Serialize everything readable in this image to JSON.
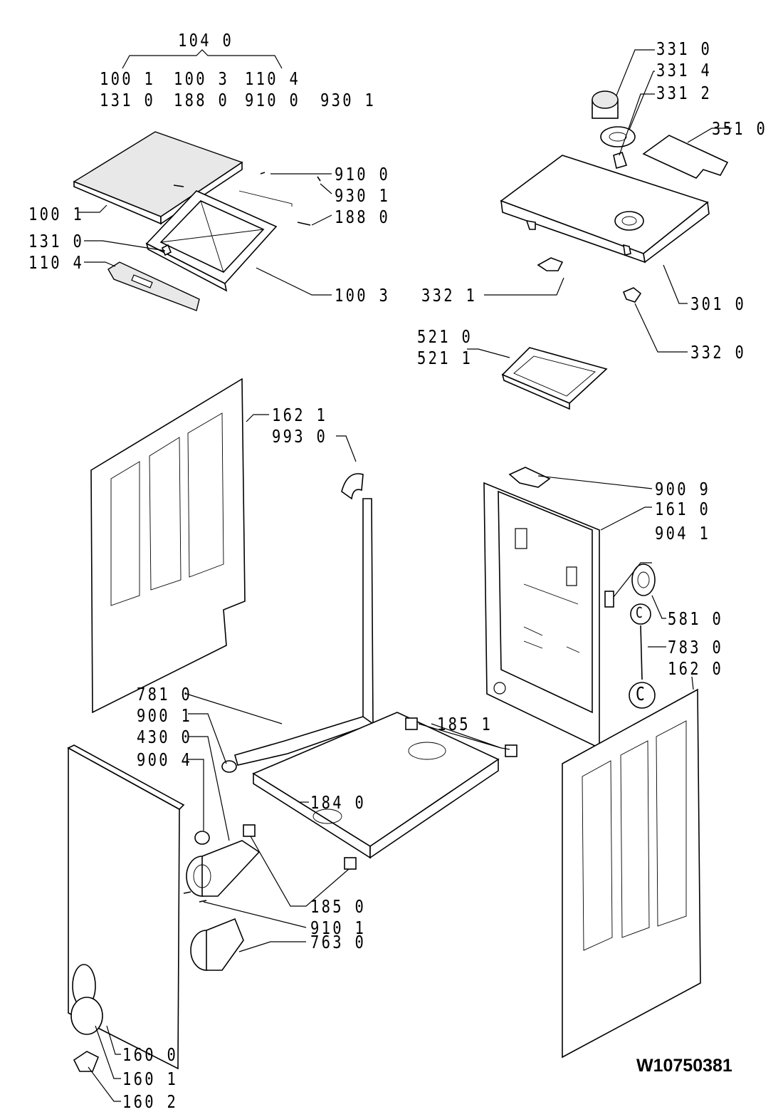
{
  "document_id": "W10750381",
  "group": {
    "code": "104 0",
    "members_row1": [
      "100 1",
      "100 3",
      "110 4"
    ],
    "members_row2": [
      "131 0",
      "188 0",
      "910 0",
      "930 1"
    ]
  },
  "callouts": [
    {
      "id": "c3310",
      "text": "331 0"
    },
    {
      "id": "c3314",
      "text": "331 4"
    },
    {
      "id": "c3312",
      "text": "331 2"
    },
    {
      "id": "c3510",
      "text": "351 0"
    },
    {
      "id": "c9100",
      "text": "910 0"
    },
    {
      "id": "c9301",
      "text": "930 1"
    },
    {
      "id": "c1880",
      "text": "188 0"
    },
    {
      "id": "c1001",
      "text": "100 1"
    },
    {
      "id": "c1310",
      "text": "131 0"
    },
    {
      "id": "c1104",
      "text": "110 4"
    },
    {
      "id": "c1003",
      "text": "100 3"
    },
    {
      "id": "c3321",
      "text": "332 1"
    },
    {
      "id": "c3010",
      "text": "301 0"
    },
    {
      "id": "c3320",
      "text": "332 0"
    },
    {
      "id": "c5210",
      "text": "521 0"
    },
    {
      "id": "c5211",
      "text": "521 1"
    },
    {
      "id": "c1621",
      "text": "162 1"
    },
    {
      "id": "c9930",
      "text": "993 0"
    },
    {
      "id": "c9009",
      "text": "900 9"
    },
    {
      "id": "c1610",
      "text": "161 0"
    },
    {
      "id": "c9041",
      "text": "904 1"
    },
    {
      "id": "c5810",
      "text": "581 0"
    },
    {
      "id": "c7830",
      "text": "783 0"
    },
    {
      "id": "c1620",
      "text": "162 0"
    },
    {
      "id": "c7810",
      "text": "781 0"
    },
    {
      "id": "c1851",
      "text": "185 1"
    },
    {
      "id": "c9001",
      "text": "900 1"
    },
    {
      "id": "c4300",
      "text": "430 0"
    },
    {
      "id": "c9004",
      "text": "900 4"
    },
    {
      "id": "c1840",
      "text": "184 0"
    },
    {
      "id": "c1850",
      "text": "185 0"
    },
    {
      "id": "c9101",
      "text": "910 1"
    },
    {
      "id": "c7630",
      "text": "763 0"
    },
    {
      "id": "c1600",
      "text": "160 0"
    },
    {
      "id": "c1601",
      "text": "160 1"
    },
    {
      "id": "c1602",
      "text": "160 2"
    }
  ],
  "connector_symbol": "C"
}
